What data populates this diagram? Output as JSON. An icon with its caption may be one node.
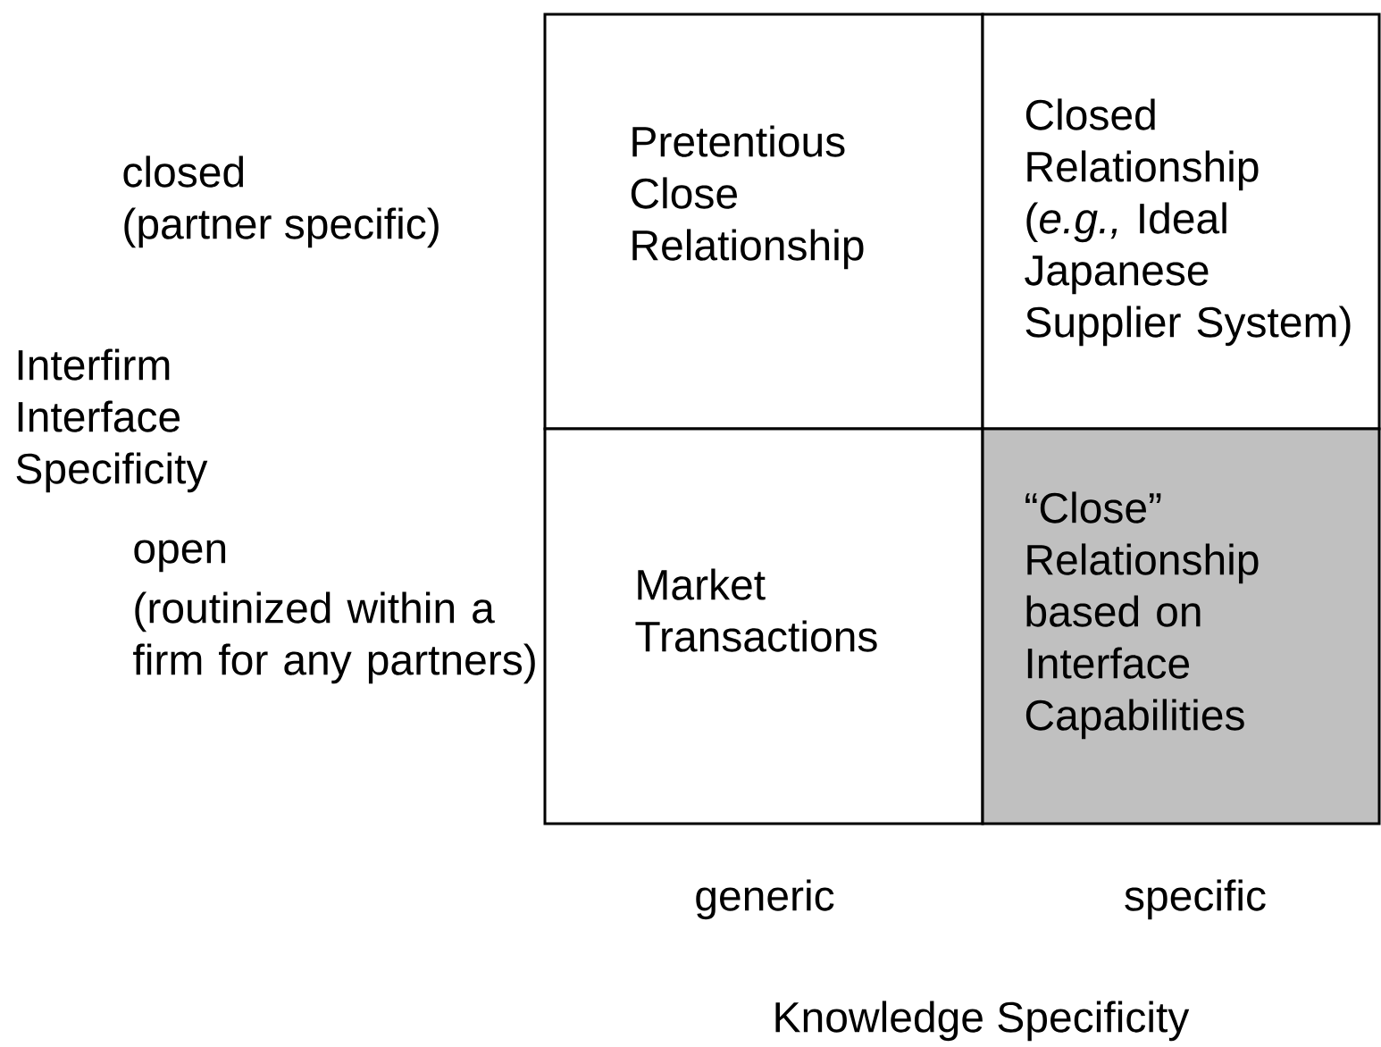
{
  "diagram": {
    "nodes": [
      {
        "text": [
          "Pretentious Close Relationship"
        ]
      },
      {
        "text": [
          "Closed Relationship (*e.g.,* Ideal Japanese Supplier System)"
        ]
      },
      {
        "text": [
          "Market Transactions"
        ]
      },
      {
        "text": [
          "“Close” Relationship based on Interface Capabilities"
        ]
      }
    ],
    "edges": [],
    "labels": [
      "closed",
      "(partner specific)",
      "Interfirm Interface Specificity",
      "open",
      "(routinized within a firm for any partners)",
      "generic",
      "specific",
      "Knowledge Specificity"
    ]
  }
}
